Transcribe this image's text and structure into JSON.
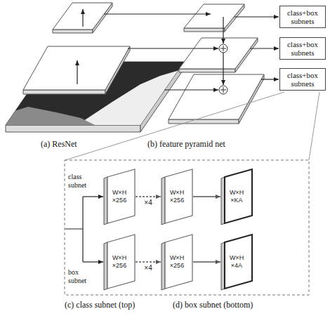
{
  "diagram": {
    "nodes": [
      {
        "text": [
          "class+box subnets"
        ]
      },
      {
        "text": [
          "class+box subnets"
        ]
      },
      {
        "text": [
          "class+box subnets"
        ]
      },
      {
        "text": [
          "W×H ×256"
        ]
      },
      {
        "text": [
          "W×H ×256"
        ]
      },
      {
        "text": [
          "W×H ×KA"
        ]
      },
      {
        "text": [
          "W×H ×256"
        ]
      },
      {
        "text": [
          "W×H ×256"
        ]
      },
      {
        "text": [
          "W×H ×4A"
        ]
      }
    ],
    "edges": [
      {
        "from": 3,
        "to": 4,
        "arrow": "to",
        "label": "×4"
      },
      {
        "from": 4,
        "to": 5,
        "arrow": "to"
      },
      {
        "from": 6,
        "to": 7,
        "arrow": "to",
        "label": "×4"
      },
      {
        "from": 7,
        "to": 8,
        "arrow": "to"
      }
    ],
    "labels": [
      "(a) ResNet",
      "(b) feature pyramid net",
      "class subnet",
      "box subnet",
      "(c) class subnet (top)",
      "(d) box subnet (bottom)"
    ]
  }
}
